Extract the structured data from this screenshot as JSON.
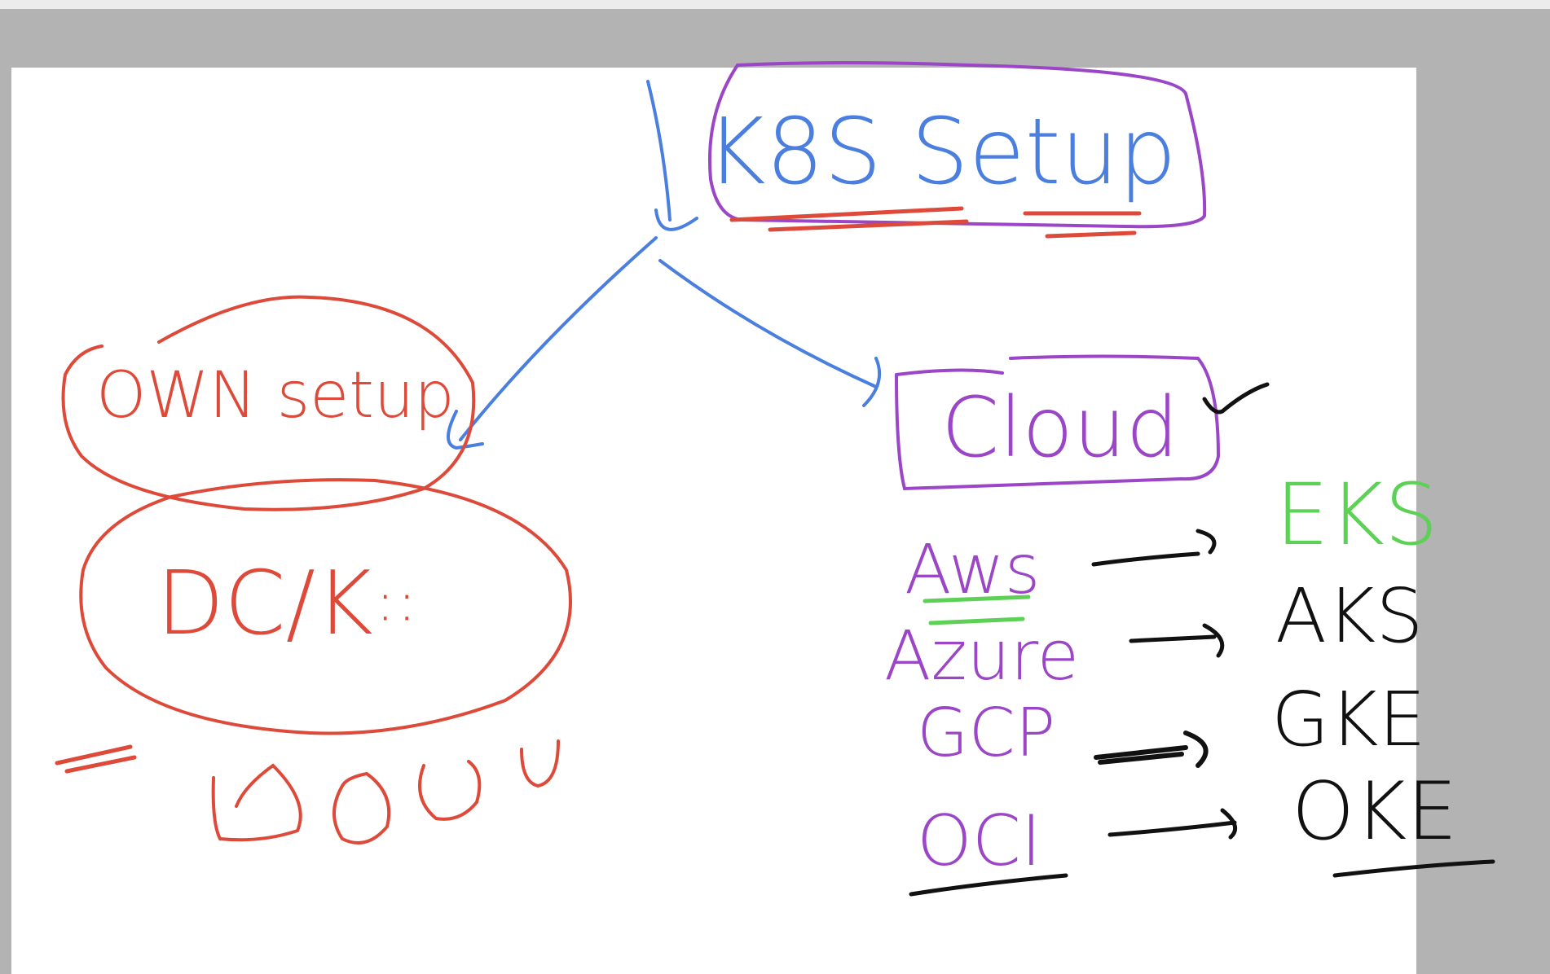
{
  "whiteboard": {
    "root": {
      "label": "K8S Setup"
    },
    "left_branch": {
      "label": "OWN setup",
      "sub_label": "DC/K",
      "trailing_mark": "∷"
    },
    "right_branch": {
      "label": "Cloud"
    },
    "providers": [
      {
        "name": "Aws",
        "service": "EKS"
      },
      {
        "name": "Azure",
        "service": "AKS"
      },
      {
        "name": "GCP",
        "service": "GKE"
      },
      {
        "name": "OCI",
        "service": "OKE"
      }
    ],
    "colors": {
      "blue": "#4a7fe0",
      "purple": "#9b45c7",
      "red": "#de4a3a",
      "green": "#5cd155",
      "black": "#111111"
    }
  }
}
